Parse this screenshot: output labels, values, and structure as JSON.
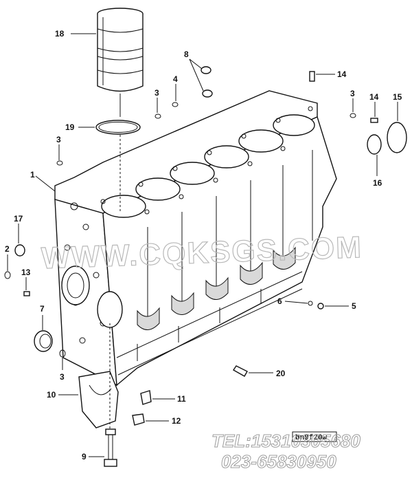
{
  "diagram": {
    "callouts": [
      "18",
      "8",
      "14",
      "4",
      "3",
      "3",
      "14",
      "15",
      "19",
      "3",
      "16",
      "1",
      "17",
      "2",
      "13",
      "7",
      "6",
      "5",
      "3",
      "20",
      "10",
      "11",
      "12",
      "9"
    ],
    "watermark": "WWW.CQKSGS.COM",
    "contact_line_1": "TEL:15310305680",
    "contact_line_2": "023-65830950",
    "stamp_code": "bn9f20w"
  }
}
